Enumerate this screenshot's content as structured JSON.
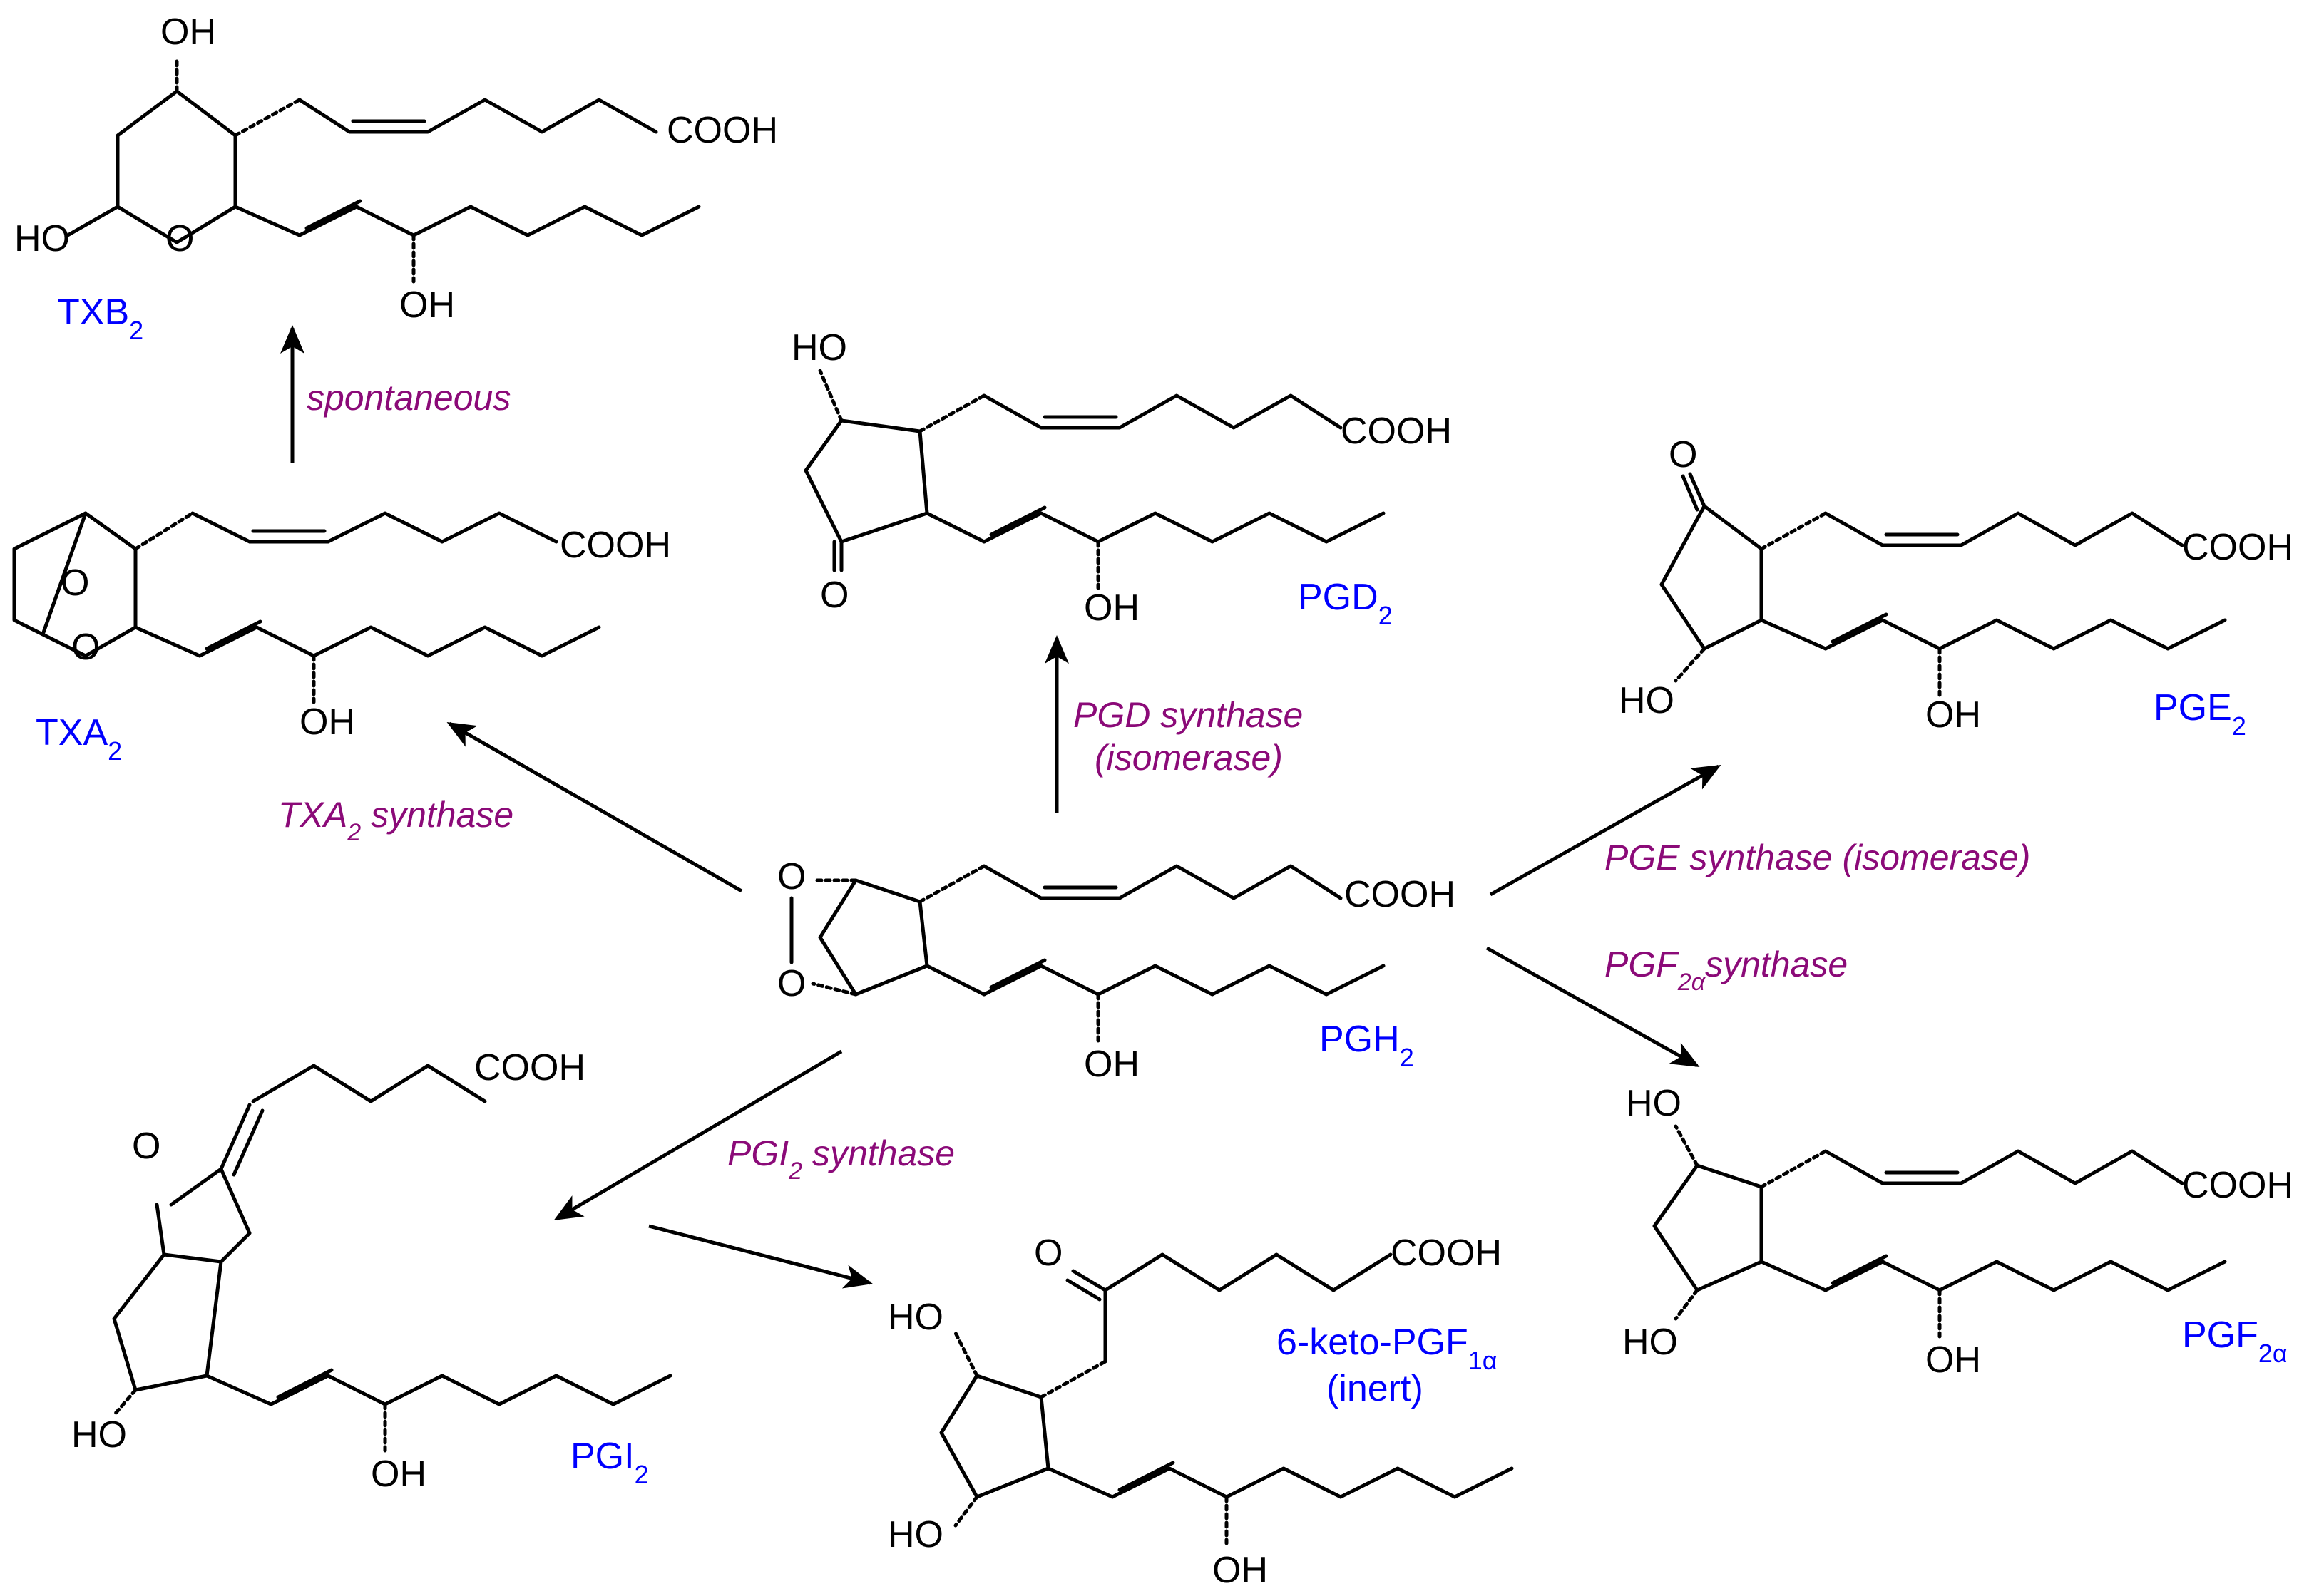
{
  "colors": {
    "compound_label": "#0000ff",
    "enzyme_label": "#8b0a78",
    "structure": "#000000",
    "background": "#ffffff"
  },
  "atoms": {
    "hydroxyl": "OH",
    "hydroxyl_left": "HO",
    "carboxyl": "COOH",
    "oxygen": "O"
  },
  "compounds": {
    "txb2": {
      "name": "TXB",
      "sub": "2",
      "tail": ""
    },
    "txa2": {
      "name": "TXA",
      "sub": "2",
      "tail": ""
    },
    "pgd2": {
      "name": "PGD",
      "sub": "2",
      "tail": ""
    },
    "pge2": {
      "name": "PGE",
      "sub": "2",
      "tail": ""
    },
    "pgh2": {
      "name": "PGH",
      "sub": "2",
      "tail": ""
    },
    "pgi2": {
      "name": "PGI",
      "sub": "2",
      "tail": ""
    },
    "pgf2a": {
      "name": "PGF",
      "sub": "2α",
      "tail": ""
    },
    "keto": {
      "name": "6-keto-PGF",
      "sub": "1α",
      "tail": "",
      "note": "(inert)"
    }
  },
  "enzymes": {
    "spontaneous": "spontaneous",
    "pgd_synthase_line1": "PGD synthase",
    "pgd_synthase_line2": "(isomerase)",
    "txa2_synthase": {
      "name": "TXA",
      "sub": "2",
      "rest": " synthase"
    },
    "pge_synthase": "PGE synthase (isomerase)",
    "pgf2a_synthase": {
      "name": "PGF",
      "sub": "2α",
      "rest": "synthase"
    },
    "pgi2_synthase": {
      "name": "PGI",
      "sub": "2",
      "rest": " synthase"
    }
  }
}
